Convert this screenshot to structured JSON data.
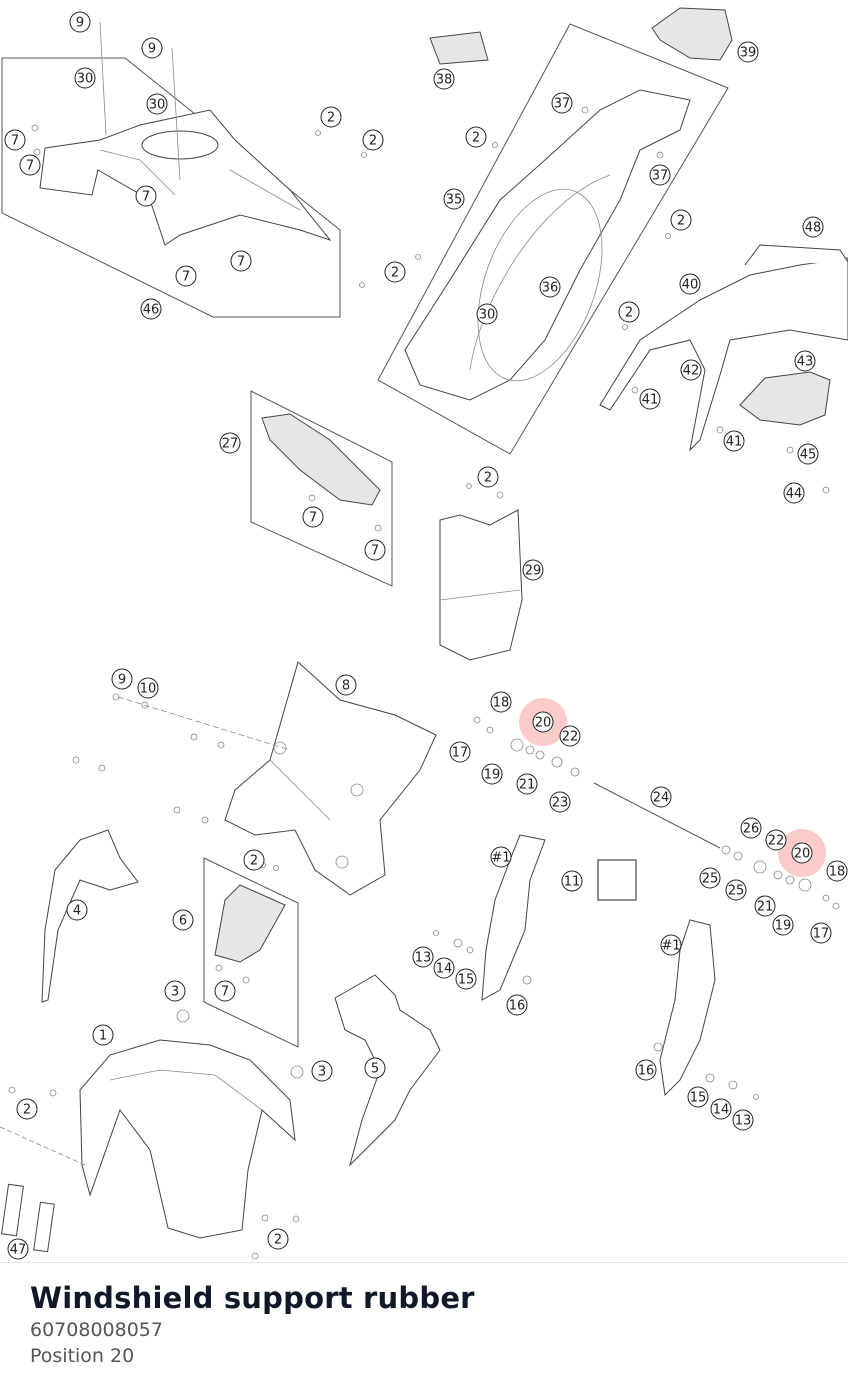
{
  "diagram": {
    "highlight_color": "#f06a6a",
    "callouts": [
      "9",
      "9",
      "30",
      "30",
      "7",
      "7",
      "7",
      "7",
      "7",
      "2",
      "2",
      "46",
      "38",
      "39",
      "37",
      "37",
      "2",
      "2",
      "2",
      "2",
      "35",
      "36",
      "30",
      "48",
      "40",
      "42",
      "43",
      "41",
      "41",
      "45",
      "44",
      "27",
      "7",
      "7",
      "2",
      "29",
      "9",
      "10",
      "8",
      "18",
      "20",
      "22",
      "17",
      "19",
      "21",
      "23",
      "24",
      "26",
      "22",
      "20",
      "18",
      "#1",
      "11",
      "#1",
      "25",
      "25",
      "21",
      "19",
      "17",
      "4",
      "6",
      "2",
      "7",
      "3",
      "1",
      "3",
      "5",
      "13",
      "14",
      "15",
      "16",
      "#1",
      "16",
      "15",
      "14",
      "13",
      "2",
      "47",
      "2"
    ]
  },
  "part": {
    "name": "Windshield support rubber",
    "number": "60708008057",
    "position_label": "Position 20"
  }
}
